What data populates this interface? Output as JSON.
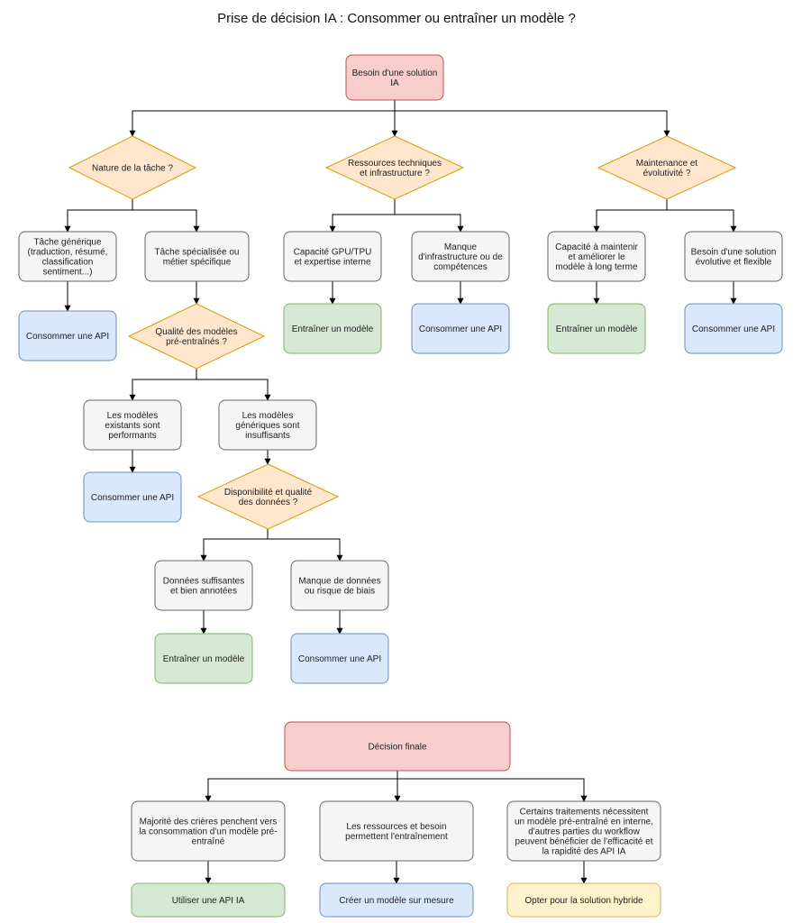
{
  "title": "Prise de décision IA : Consommer ou entraîner un modèle ?",
  "colors": {
    "red_fill": "#f8cecc",
    "red_stroke": "#b85450",
    "diamond_fill": "#ffe6cc",
    "diamond_stroke": "#d79b00",
    "gray_fill": "#f5f5f5",
    "gray_stroke": "#666666",
    "blue_fill": "#dae8fc",
    "blue_stroke": "#6c8ebf",
    "green_fill": "#d5e8d4",
    "green_stroke": "#82b366",
    "yellow_fill": "#fff2cc",
    "yellow_stroke": "#d6b656"
  },
  "nodes": {
    "root": {
      "lines": [
        "Besoin d'une solution",
        "IA"
      ]
    },
    "nature": {
      "lines": [
        "Nature de la tâche ?"
      ]
    },
    "ressources": {
      "lines": [
        "Ressources techniques",
        "et infrastructure ?"
      ]
    },
    "maintenance": {
      "lines": [
        "Maintenance et",
        "évolutivité ?"
      ]
    },
    "tache_gen": {
      "lines": [
        "Tâche générique",
        "(traduction, résumé,",
        "classification",
        "sentiment...)"
      ]
    },
    "tache_spec": {
      "lines": [
        "Tâche spécialisée ou",
        "métier spécifique"
      ]
    },
    "api_1": {
      "lines": [
        "Consommer une API"
      ]
    },
    "qualite": {
      "lines": [
        "Qualité des modèles",
        "pré-entraînés ?"
      ]
    },
    "existants": {
      "lines": [
        "Les modèles",
        "existants sont",
        "performants"
      ]
    },
    "generiques": {
      "lines": [
        "Les modèles",
        "génériques sont",
        "insuffisants"
      ]
    },
    "api_2": {
      "lines": [
        "Consommer une API"
      ]
    },
    "dispo": {
      "lines": [
        "Disponibilité et qualité",
        "des données ?"
      ]
    },
    "donnees_ok": {
      "lines": [
        "Données suffisantes",
        "et bien annotées"
      ]
    },
    "manque_donnees": {
      "lines": [
        "Manque de données",
        "ou risque de biais"
      ]
    },
    "train_3": {
      "lines": [
        "Entraîner un modèle"
      ]
    },
    "api_4": {
      "lines": [
        "Consommer une API"
      ]
    },
    "gpu": {
      "lines": [
        "Capacité GPU/TPU",
        "et expertise interne"
      ]
    },
    "manque_infra": {
      "lines": [
        "Manque",
        "d'infrastructure ou de",
        "compétences"
      ]
    },
    "train_1": {
      "lines": [
        "Entraîner un modèle"
      ]
    },
    "api_3": {
      "lines": [
        "Consommer une API"
      ]
    },
    "capacite": {
      "lines": [
        "Capacité à maintenir",
        "et améliorer le",
        "modèle à long terme"
      ]
    },
    "besoin_evol": {
      "lines": [
        "Besoin d'une solution",
        "évolutive et flexible"
      ]
    },
    "train_2": {
      "lines": [
        "Entraîner un modèle"
      ]
    },
    "api_5": {
      "lines": [
        "Consommer une API"
      ]
    },
    "decision": {
      "lines": [
        "Décision finale"
      ]
    },
    "majorite": {
      "lines": [
        "Majorité des crières penchent vers",
        "la consommation d'un modèle pré-",
        "entraîné"
      ]
    },
    "ressources_ok": {
      "lines": [
        "Les ressources et besoin",
        "permettent l'entraînement"
      ]
    },
    "certains": {
      "lines": [
        "Certains traitements nécessitent",
        "un modèle pré-entraîné en interne,",
        "d'autres parties du workflow",
        "peuvent bénéficier de l'efficacité et",
        "la rapidité des API IA"
      ]
    },
    "utiliser_api": {
      "lines": [
        "Utiliser une API IA"
      ]
    },
    "creer": {
      "lines": [
        "Créer un modèle sur mesure"
      ]
    },
    "hybride": {
      "lines": [
        "Opter pour la solution hybride"
      ]
    }
  }
}
